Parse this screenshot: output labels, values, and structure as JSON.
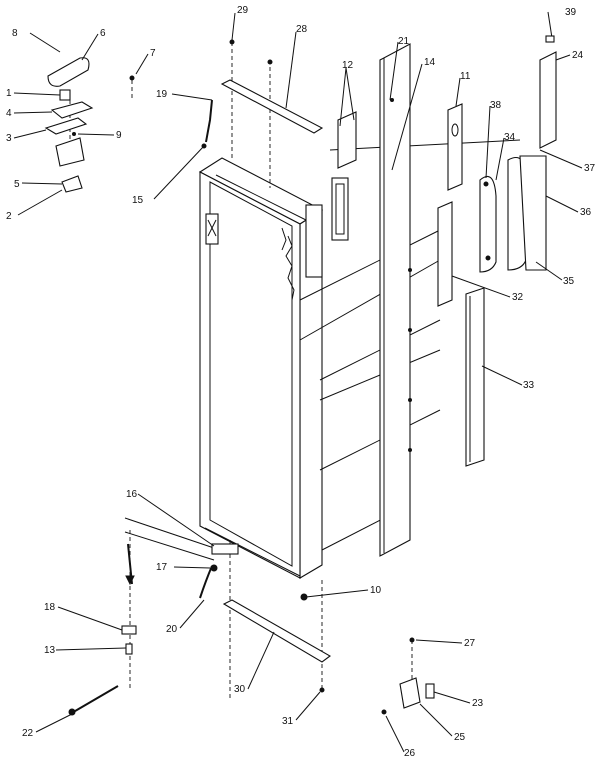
{
  "diagram": {
    "callouts": [
      {
        "id": "c29",
        "text": "29"
      },
      {
        "id": "c28",
        "text": "28"
      },
      {
        "id": "c21",
        "text": "21"
      },
      {
        "id": "c12",
        "text": "12"
      },
      {
        "id": "c14",
        "text": "14"
      },
      {
        "id": "c11",
        "text": "11"
      },
      {
        "id": "c39",
        "text": "39"
      },
      {
        "id": "c24",
        "text": "24"
      },
      {
        "id": "c38",
        "text": "38"
      },
      {
        "id": "c34",
        "text": "34"
      },
      {
        "id": "c37",
        "text": "37"
      },
      {
        "id": "c36",
        "text": "36"
      },
      {
        "id": "c35",
        "text": "35"
      },
      {
        "id": "c32",
        "text": "32"
      },
      {
        "id": "c33",
        "text": "33"
      },
      {
        "id": "c8",
        "text": "8"
      },
      {
        "id": "c6",
        "text": "6"
      },
      {
        "id": "c7",
        "text": "7"
      },
      {
        "id": "c1",
        "text": "1"
      },
      {
        "id": "c4",
        "text": "4"
      },
      {
        "id": "c3",
        "text": "3"
      },
      {
        "id": "c9",
        "text": "9"
      },
      {
        "id": "c5",
        "text": "5"
      },
      {
        "id": "c2",
        "text": "2"
      },
      {
        "id": "c19",
        "text": "19"
      },
      {
        "id": "c15",
        "text": "15"
      },
      {
        "id": "c16",
        "text": "16"
      },
      {
        "id": "c17",
        "text": "17"
      },
      {
        "id": "c20",
        "text": "20"
      },
      {
        "id": "c10",
        "text": "10"
      },
      {
        "id": "c18",
        "text": "18"
      },
      {
        "id": "c13",
        "text": "13"
      },
      {
        "id": "c22",
        "text": "22"
      },
      {
        "id": "c30",
        "text": "30"
      },
      {
        "id": "c31",
        "text": "31"
      },
      {
        "id": "c27",
        "text": "27"
      },
      {
        "id": "c23",
        "text": "23"
      },
      {
        "id": "c25",
        "text": "25"
      },
      {
        "id": "c26",
        "text": "26"
      }
    ]
  }
}
